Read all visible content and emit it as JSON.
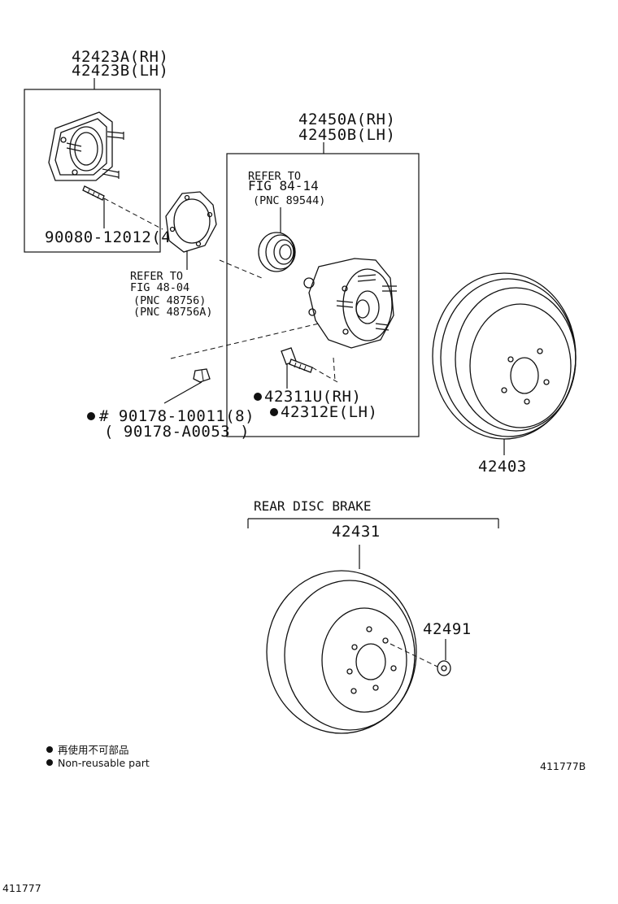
{
  "labels": {
    "carrier_rh": "42423A(RH)",
    "carrier_lh": "42423B(LH)",
    "carrier_bolt": "90080-12012(4)",
    "gasket_refer_1": "REFER TO",
    "gasket_refer_2": "FIG 48-04",
    "gasket_pnc_1": "(PNC 48756)",
    "gasket_pnc_2": "(PNC 48756A)",
    "hub_rh": "42450A(RH)",
    "hub_lh": "42450B(LH)",
    "hub_refer_1": "REFER TO",
    "hub_refer_2": "FIG 84-14",
    "hub_pnc": "(PNC 89544)",
    "hub_bolt_rh": "42311U(RH)",
    "hub_bolt_lh": "42312E(LH)",
    "nut_main": "# 90178-10011(8)",
    "nut_alt": "( 90178-A0053 )",
    "drum": "42403",
    "rear_disc_brake": "REAR DISC BRAKE",
    "disc": "42431",
    "disc_nut": "42491"
  },
  "legend": {
    "jp_text": "再使用不可部品",
    "en_text": "Non-reusable part"
  },
  "illustration_code": "411777B",
  "page_code": "411777"
}
